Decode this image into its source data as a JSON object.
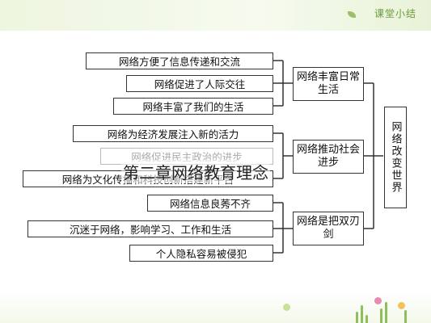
{
  "header": {
    "brand": "课堂小结"
  },
  "root": {
    "label": "网络改变世界"
  },
  "branches": [
    {
      "label": "网络丰富日常生活",
      "items": [
        "网络方便了信息传递和交流",
        "网络促进了人际交往",
        "网络丰富了我们的生活"
      ]
    },
    {
      "label": "网络推动社会进步",
      "items": [
        "网络为经济发展注入新的活力",
        "网络促进民主政治的进步",
        "网络为文化传播和科技创新搭建新平台"
      ]
    },
    {
      "label": "网络是把双刃剑",
      "items": [
        "网络信息良莠不齐",
        "沉迷于网络，影响学习、工作和生活",
        "个人隐私容易被侵犯"
      ]
    }
  ],
  "title": "第二章网络教育理念"
}
